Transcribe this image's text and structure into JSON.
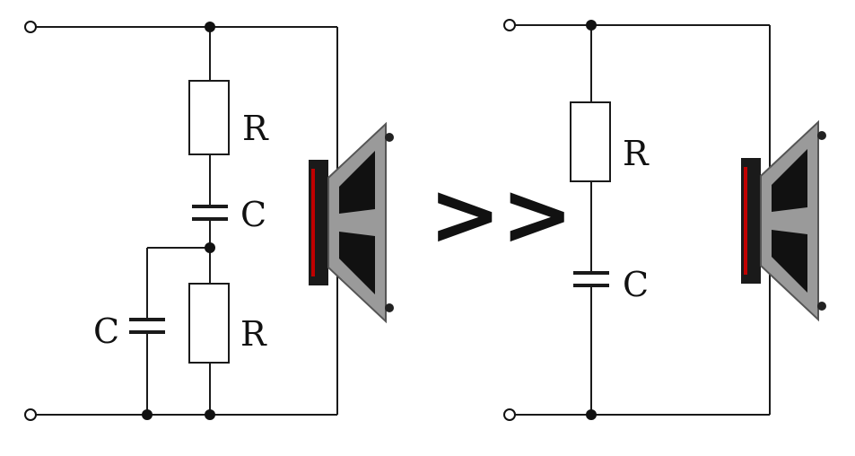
{
  "left_circuit": {
    "labels": {
      "r_top": "R",
      "c_middle": "C",
      "c_left": "C",
      "r_bottom": "R"
    }
  },
  "right_circuit": {
    "labels": {
      "r": "R",
      "c": "C"
    }
  },
  "arrow_symbol": ">>",
  "colors": {
    "wire": "#1a1a1a",
    "speaker_magnet": "#c00000",
    "speaker_cone": "#9a9a9a",
    "speaker_dark": "#111111"
  }
}
